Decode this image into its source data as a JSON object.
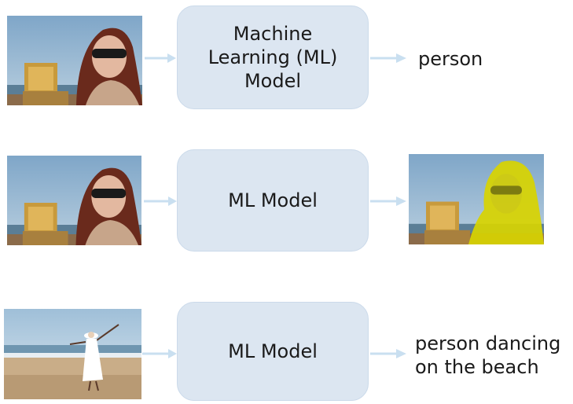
{
  "rows": [
    {
      "model_label": "Machine\nLearning (ML)\nModel",
      "output_label": "person"
    },
    {
      "model_label": "ML Model"
    },
    {
      "model_label": "ML Model",
      "output_label": "person dancing\non the beach"
    }
  ],
  "colors": {
    "box_fill": "#dce6f1",
    "arrow": "#c9dff0",
    "highlight_mask": "#d8d400"
  }
}
